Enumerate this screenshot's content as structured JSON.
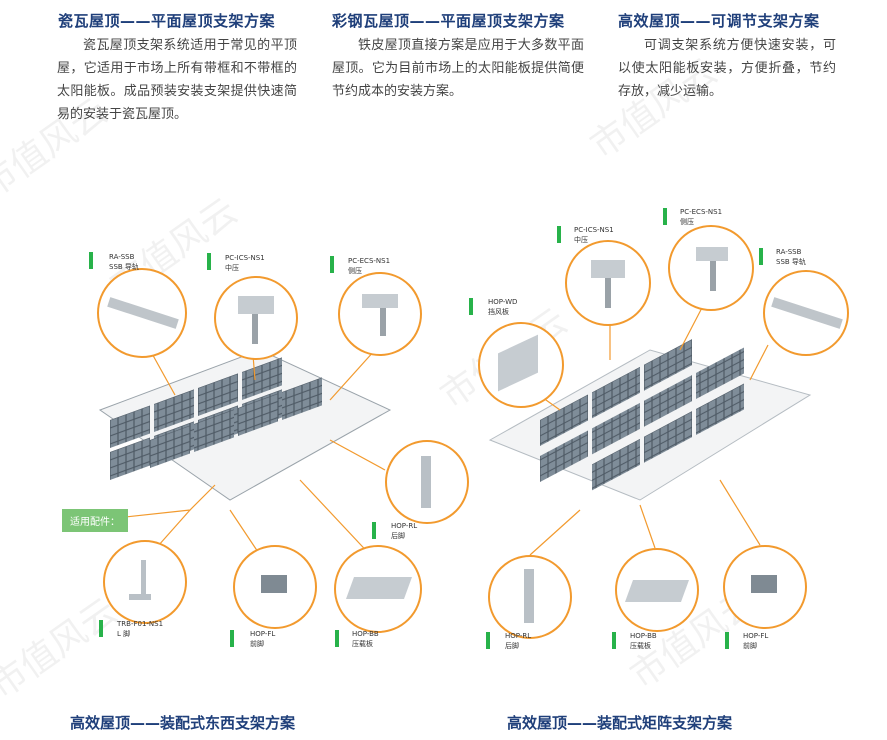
{
  "columns": [
    {
      "title": "瓷瓦屋顶——平面屋顶支架方案",
      "body": "瓷瓦屋顶支架系统适用于常见的平顶屋，它适用于市场上所有带框和不带框的太阳能板。成品预装安装支架提供快速简易的安装于瓷瓦屋顶。"
    },
    {
      "title": "彩钢瓦屋顶——平面屋顶支架方案",
      "body": "铁皮屋顶直接方案是应用于大多数平面屋顶。它为目前市场上的太阳能板提供简便节约成本的安装方案。"
    },
    {
      "title": "高效屋顶——可调节支架方案",
      "body": "可调支架系统方便快速安装，可以使太阳能板安装，方便折叠，节约存放，减少运输。"
    }
  ],
  "left_diagram": {
    "parts": [
      {
        "code": "RA-SSB",
        "name": "SSB 导轨"
      },
      {
        "code": "PC-ICS-NS1",
        "name": "中压"
      },
      {
        "code": "PC-ECS-NS1",
        "name": "侧压"
      },
      {
        "code": "HOP-RL",
        "name": "后脚"
      },
      {
        "code": "TRB-F01-NS1",
        "name": "L 脚"
      },
      {
        "code": "HOP-FL",
        "name": "前脚"
      },
      {
        "code": "HOP-BB",
        "name": "压载板"
      }
    ],
    "accessories_label": "适用配件：",
    "caption": "高效屋顶——装配式东西支架方案"
  },
  "right_diagram": {
    "parts": [
      {
        "code": "PC-ICS-NS1",
        "name": "中压"
      },
      {
        "code": "PC-ECS-NS1",
        "name": "侧压"
      },
      {
        "code": "RA-SSB",
        "name": "SSB 导轨"
      },
      {
        "code": "HOP-WD",
        "name": "挡风板"
      },
      {
        "code": "HOP-RL",
        "name": "后脚"
      },
      {
        "code": "HOP-BB",
        "name": "压载板"
      },
      {
        "code": "HOP-FL",
        "name": "前脚"
      }
    ],
    "caption": "高效屋顶——装配式矩阵支架方案"
  },
  "watermark": "市值风云",
  "colors": {
    "title_blue": "#1f3f7a",
    "accent_orange": "#f29a2e",
    "tag_green": "#28b24a",
    "box_green": "#7cc576"
  }
}
